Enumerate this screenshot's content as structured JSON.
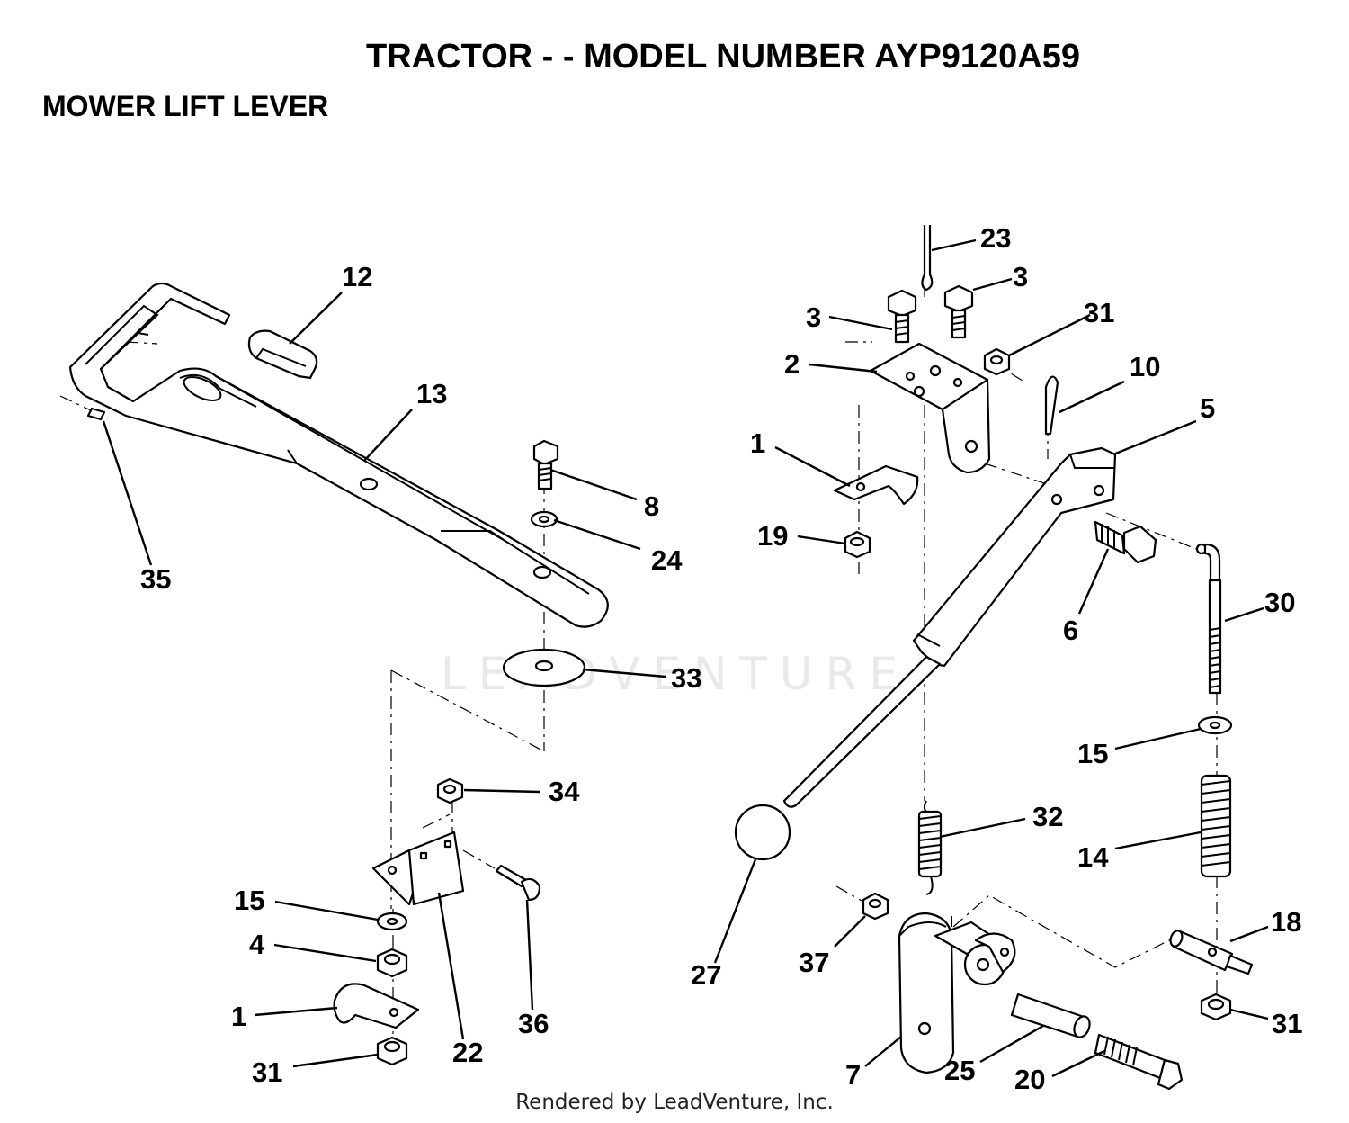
{
  "header": {
    "title": "TRACTOR - - MODEL NUMBER AYP9120A59",
    "subtitle": "MOWER LIFT LEVER"
  },
  "footer": {
    "text": "Rendered by LeadVenture, Inc."
  },
  "watermark": {
    "text": "LEADVENTURE"
  },
  "callouts": {
    "c12": "12",
    "c13": "13",
    "c35": "35",
    "c8": "8",
    "c24": "24",
    "c33": "33",
    "c34": "34",
    "c15a": "15",
    "c4": "4",
    "c1a": "1",
    "c31a": "31",
    "c22": "22",
    "c36": "36",
    "c23": "23",
    "c3a": "3",
    "c3b": "3",
    "c31b": "31",
    "c2": "2",
    "c10": "10",
    "c5": "5",
    "c1b": "1",
    "c19": "19",
    "c6": "6",
    "c30": "30",
    "c15b": "15",
    "c14": "14",
    "c32": "32",
    "c27": "27",
    "c37": "37",
    "c18": "18",
    "c31c": "31",
    "c7": "7",
    "c25": "25",
    "c20": "20"
  }
}
